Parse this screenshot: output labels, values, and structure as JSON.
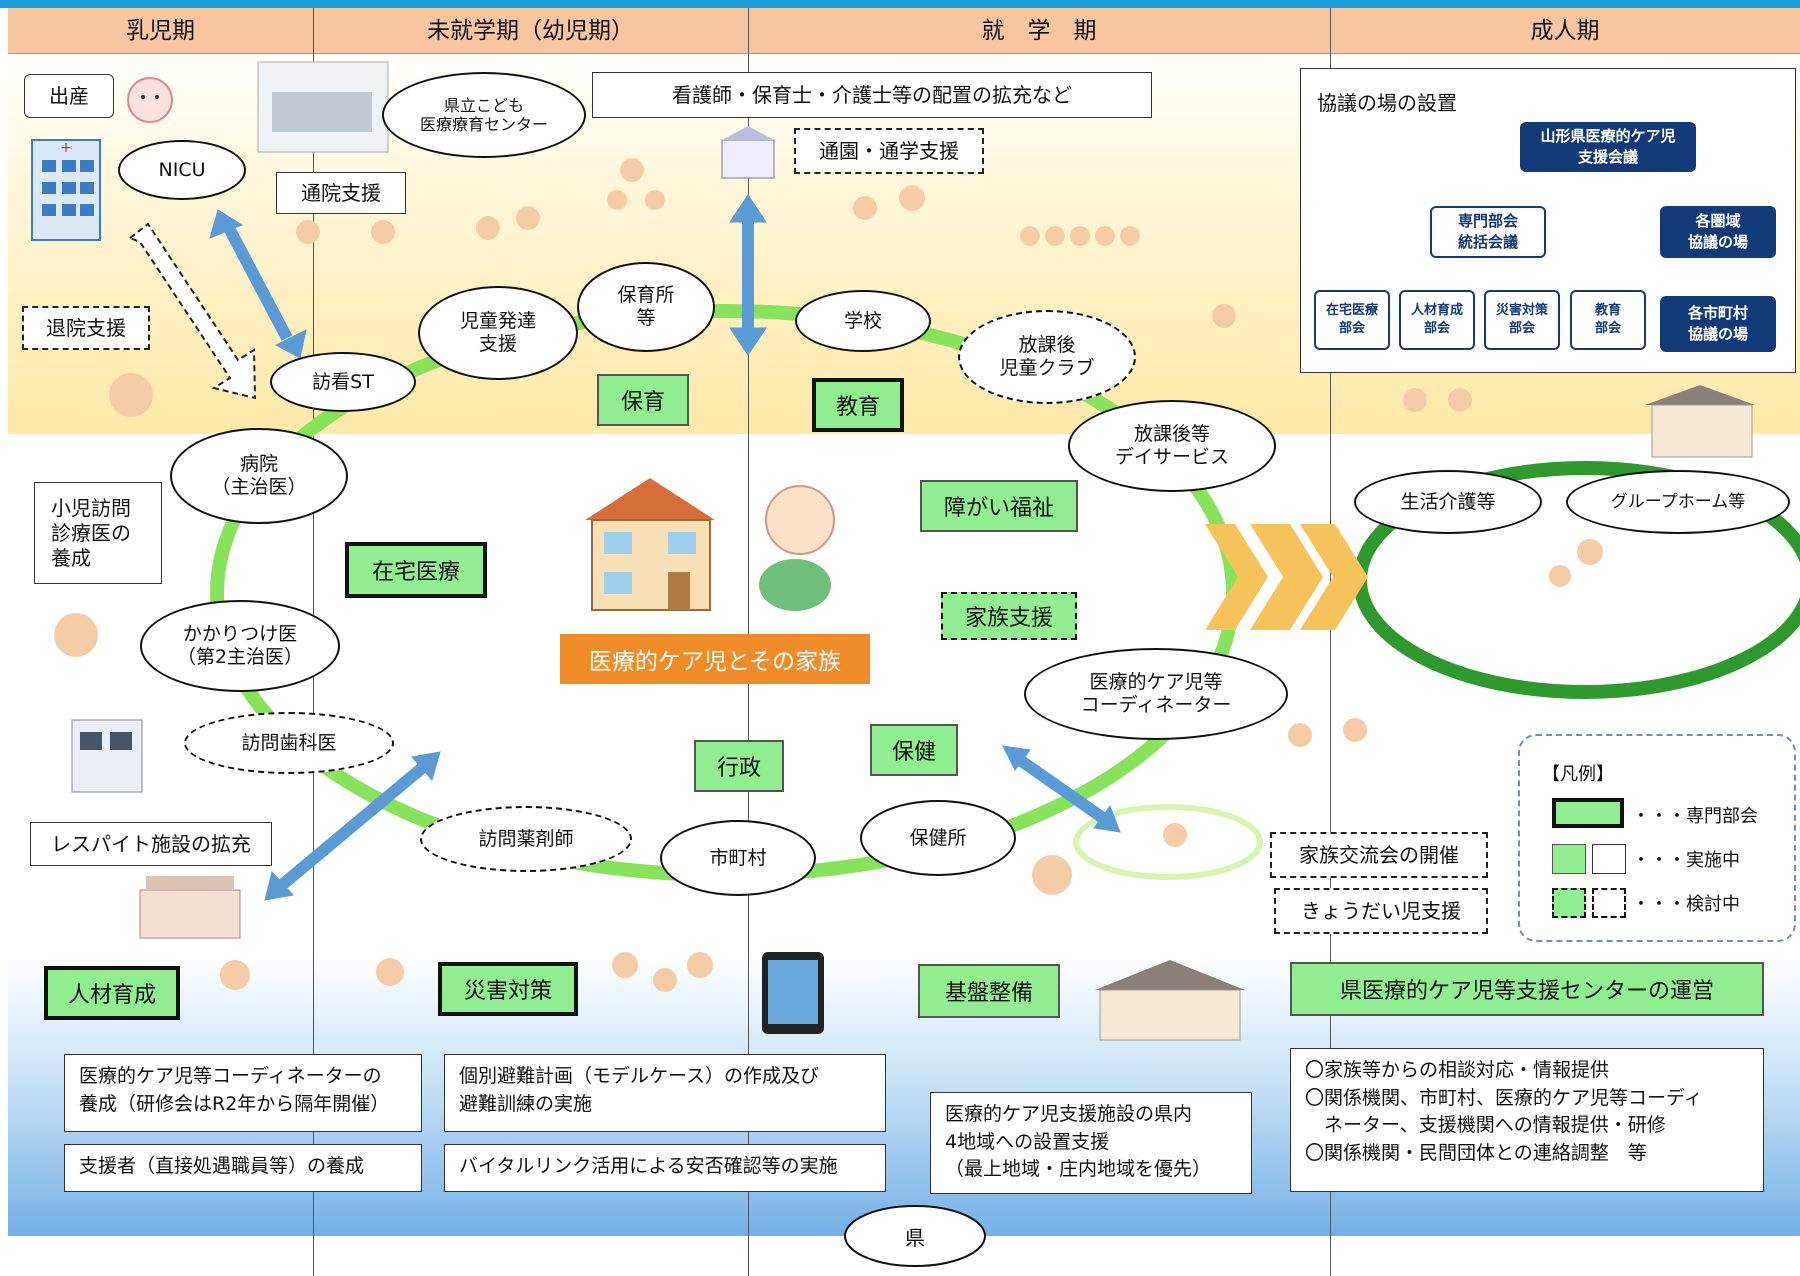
{
  "header": {
    "columns": [
      "乳児期",
      "未就学期（幼児期）",
      "就　学　期",
      "成人期"
    ]
  },
  "top": {
    "birth": "出産",
    "nicu": "NICU",
    "prefecture_center": "県立こども\n医療療育センター",
    "outpatient_support": "通院支援",
    "discharge_support": "退院支援",
    "staff_expansion": "看護師・保育士・介護士等の配置の拡充など",
    "commute_support": "通園・通学支援"
  },
  "ring": {
    "visiting_nurse": "訪看ST",
    "hospital": "病院\n（主治医）",
    "family_doctor": "かかりつけ医\n（第2主治医）",
    "dental": "訪問歯科医",
    "pharmacist": "訪問薬剤師",
    "city": "市町村",
    "health_center": "保健所",
    "coordinator": "医療的ケア児等\nコーディネーター",
    "after_school_day": "放課後等\nデイサービス",
    "after_school_club": "放課後\n児童クラブ",
    "school": "学校",
    "nursery": "保育所\n等",
    "child_dev": "児童発達\n支援"
  },
  "left": {
    "pediatric_doctor": "小児訪問\n診療医の\n養成",
    "respite": "レスパイト施設の拡充"
  },
  "domains": {
    "childcare": "保育",
    "education": "教育",
    "welfare": "障がい福祉",
    "home_medical": "在宅医療",
    "family_support": "家族支援",
    "administration": "行政",
    "health": "保健",
    "hr": "人材育成",
    "disaster": "災害対策",
    "infrastructure": "基盤整備"
  },
  "center_label": "医療的ケア児とその家族",
  "adult": {
    "living_care": "生活介護等",
    "group_home": "グループホーム等"
  },
  "council": {
    "title": "協議の場の設置",
    "main": "山形県医療的ケア児\n支援会議",
    "expert_head": "専門部会\n統括会議",
    "regional": "各圏域\n協議の場",
    "home_medical": "在宅医療\n部会",
    "hr": "人材育成\n部会",
    "disaster": "災害対策\n部会",
    "education": "教育\n部会",
    "municipal": "各市町村\n協議の場"
  },
  "family": {
    "exchange": "家族交流会の開催",
    "sibling": "きょうだい児支援"
  },
  "legend": {
    "title": "【凡例】",
    "expert": "・・・専門部会",
    "active": "・・・実施中",
    "planned": "・・・検討中"
  },
  "bottom": {
    "hr_1": "医療的ケア児等コーディネーターの\n養成（研修会はR2年から隔年開催）",
    "hr_2": "支援者（直接処遇職員等）の養成",
    "disaster_1": "個別避難計画（モデルケース）の作成及び\n避難訓練の実施",
    "disaster_2": "バイタルリンク活用による安否確認等の実施",
    "infra_1": "医療的ケア児支援施設の県内\n4地域への設置支援\n（最上地域・庄内地域を優先）",
    "center_title": "県医療的ケア児等支援センターの運営",
    "center_1": "〇家族等からの相談対応・情報提供",
    "center_2": "〇関係機関、市町村、医療的ケア児等コーディ\n　ネーター、支援機関への情報提供・研修",
    "center_3": "〇関係機関・民間団体との連絡調整　等",
    "prefecture": "県"
  },
  "colors": {
    "ring": "#86e35a",
    "green_box": "#90ee90",
    "navy": "#123a78",
    "orange": "#f08c28",
    "arrow_blue": "#5b9bd5",
    "chevron": "#f5c35a"
  }
}
